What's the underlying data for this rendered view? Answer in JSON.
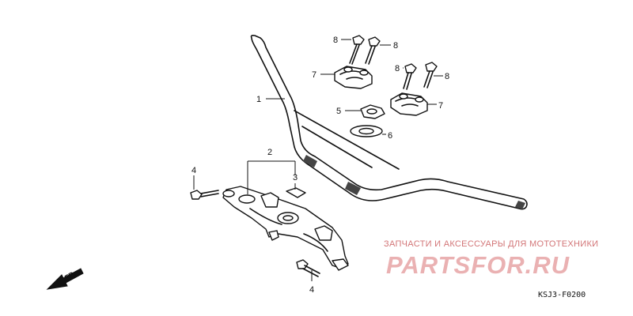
{
  "callouts": {
    "c1": "1",
    "c2": "2",
    "c3": "3",
    "c4a": "4",
    "c4b": "4",
    "c5": "5",
    "c6": "6",
    "c7a": "7",
    "c7b": "7",
    "c8a": "8",
    "c8b": "8",
    "c8c": "8",
    "c8d": "8"
  },
  "direction_label": "FR.",
  "diagram_code": "KSJ3-F0200",
  "watermark": {
    "tagline": "ЗАПЧАСТИ И АКСЕССУАРЫ ДЛЯ МОТОТЕХНИКИ",
    "logo": "PARTSFOR.RU"
  }
}
